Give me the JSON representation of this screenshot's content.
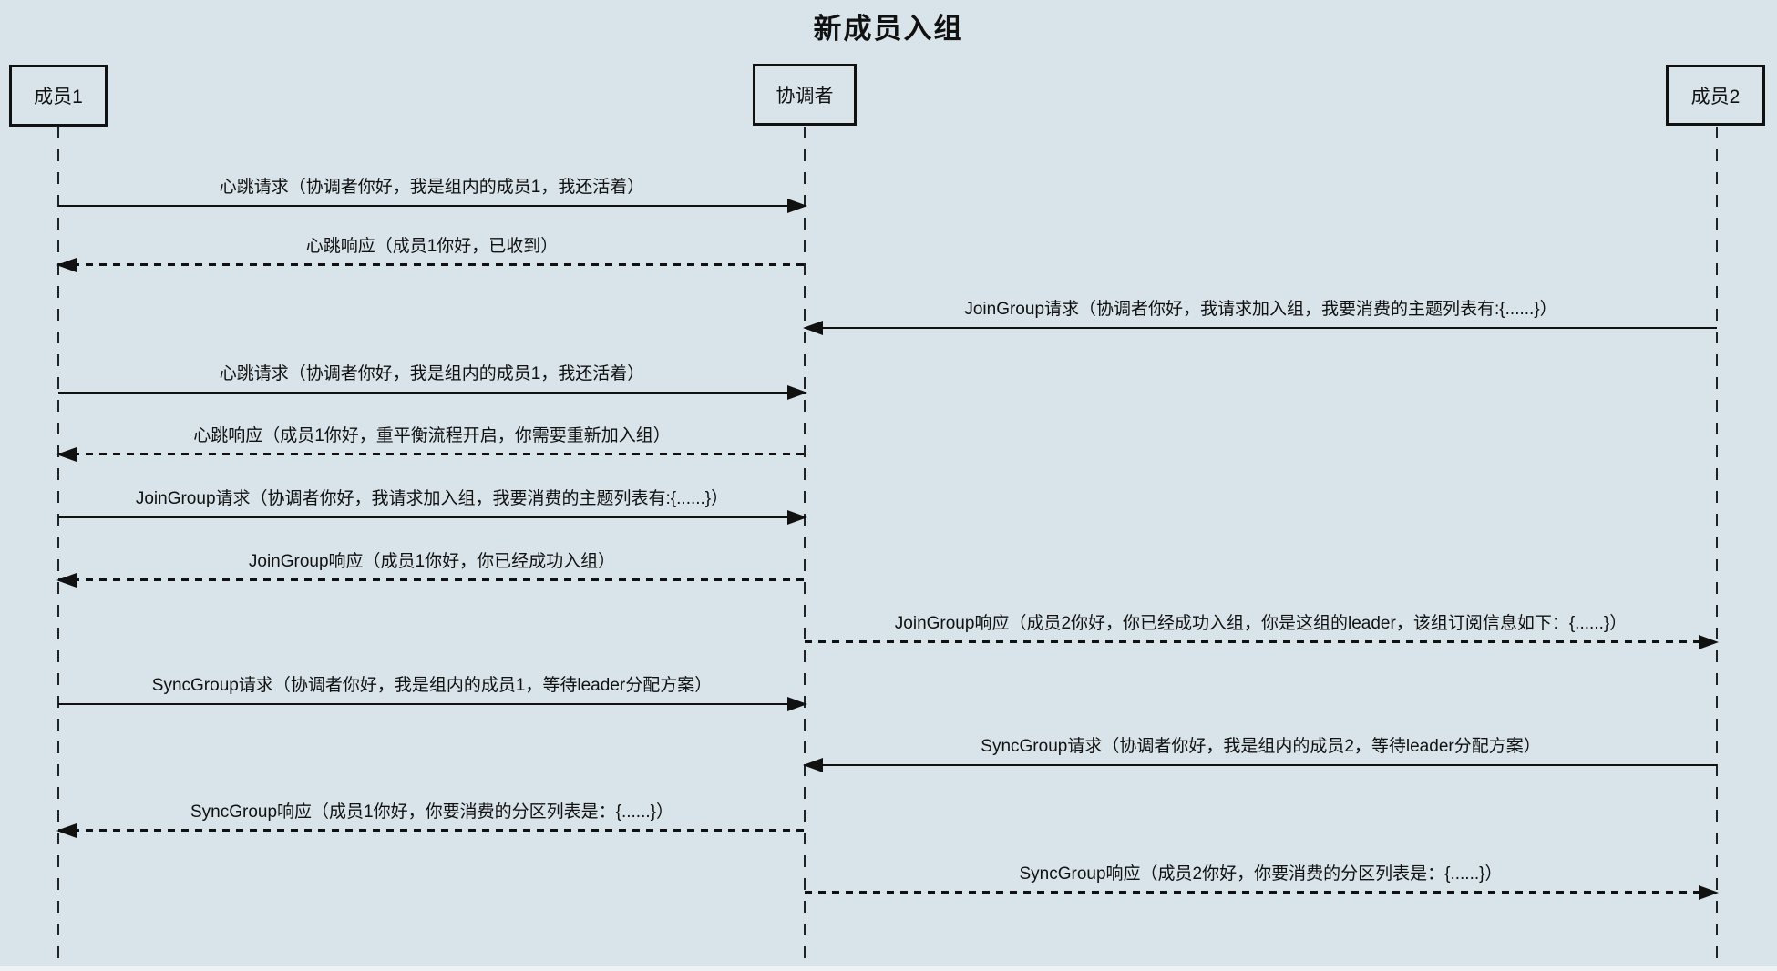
{
  "title": "新成员入组",
  "colors": {
    "diagram_background": "#d9e4ea",
    "line_color": "#111111",
    "page_margin": "#edf2f5"
  },
  "actors": [
    {
      "id": "member1",
      "label": "成员1"
    },
    {
      "id": "coordinator",
      "label": "协调者"
    },
    {
      "id": "member2",
      "label": "成员2"
    }
  ],
  "messages": [
    {
      "from": "成员1",
      "to": "协调者",
      "line": "solid",
      "label": "心跳请求（协调者你好，我是组内的成员1，我还活着）"
    },
    {
      "from": "协调者",
      "to": "成员1",
      "line": "dashed",
      "label": "心跳响应（成员1你好，已收到）"
    },
    {
      "from": "成员2",
      "to": "协调者",
      "line": "solid",
      "label": "JoinGroup请求（协调者你好，我请求加入组，我要消费的主题列表有:{......}）"
    },
    {
      "from": "成员1",
      "to": "协调者",
      "line": "solid",
      "label": "心跳请求（协调者你好，我是组内的成员1，我还活着）"
    },
    {
      "from": "协调者",
      "to": "成员1",
      "line": "dashed",
      "label": "心跳响应（成员1你好，重平衡流程开启，你需要重新加入组）"
    },
    {
      "from": "成员1",
      "to": "协调者",
      "line": "solid",
      "label": "JoinGroup请求（协调者你好，我请求加入组，我要消费的主题列表有:{......}）"
    },
    {
      "from": "协调者",
      "to": "成员1",
      "line": "dashed",
      "label": "JoinGroup响应（成员1你好，你已经成功入组）"
    },
    {
      "from": "协调者",
      "to": "成员2",
      "line": "dashed",
      "label": "JoinGroup响应（成员2你好，你已经成功入组，你是这组的leader，该组订阅信息如下：{......}）"
    },
    {
      "from": "成员1",
      "to": "协调者",
      "line": "solid",
      "label": "SyncGroup请求（协调者你好，我是组内的成员1，等待leader分配方案）"
    },
    {
      "from": "成员2",
      "to": "协调者",
      "line": "solid",
      "label": "SyncGroup请求（协调者你好，我是组内的成员2，等待leader分配方案）"
    },
    {
      "from": "协调者",
      "to": "成员1",
      "line": "dashed",
      "label": "SyncGroup响应（成员1你好，你要消费的分区列表是：{......}）"
    },
    {
      "from": "协调者",
      "to": "成员2",
      "line": "dashed",
      "label": "SyncGroup响应（成员2你好，你要消费的分区列表是：{......}）"
    }
  ]
}
